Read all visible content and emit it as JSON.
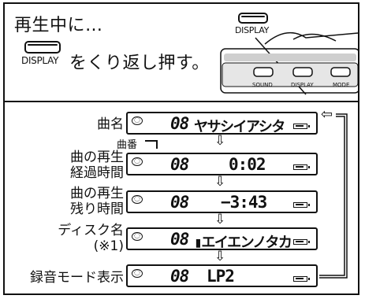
{
  "heading": "再生中に…",
  "instruction": "をくり返し押す。",
  "display_button_label": "DISPLAY",
  "device": {
    "display_label": "DISPLAY",
    "buttons": [
      "SOUND",
      "DISPLAY",
      "MODE"
    ]
  },
  "track_caption": "曲番",
  "rows": [
    {
      "label": [
        "曲名"
      ],
      "track": "08",
      "text": "ヤサシイアシタ"
    },
    {
      "label": [
        "曲の再生",
        "経過時間"
      ],
      "track": "08",
      "text": "0:02"
    },
    {
      "label": [
        "曲の再生",
        "残り時間"
      ],
      "track": "08",
      "text": "−3:43"
    },
    {
      "label": [
        "ディスク名",
        "(※1)"
      ],
      "track": "08",
      "text": "▮エイエンノタカ"
    },
    {
      "label": [
        "録音モード表示"
      ],
      "track": "08",
      "text": "LP2"
    }
  ],
  "arrow_glyph": "⇩",
  "loop_arrow_glyph": "⇦"
}
